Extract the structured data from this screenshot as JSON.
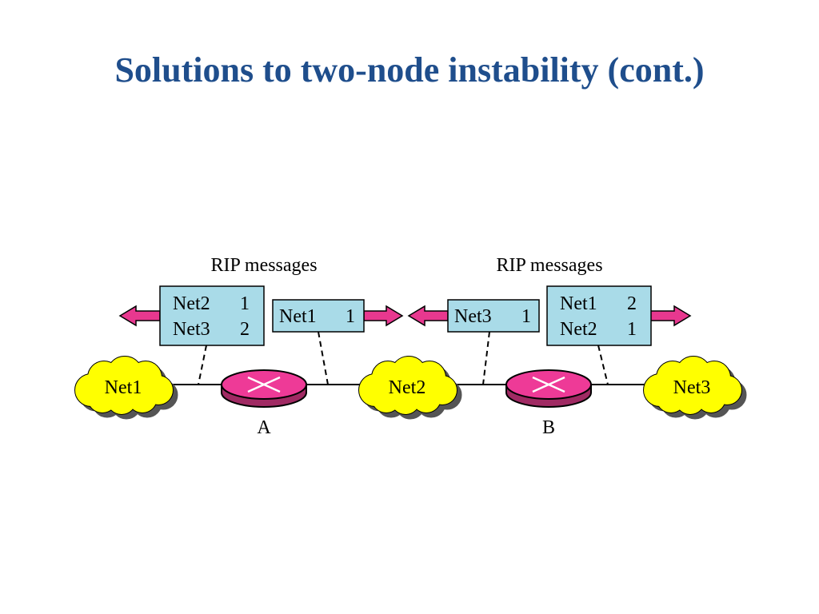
{
  "slide": {
    "title": "Solutions to two-node instability (cont.)"
  },
  "diagram": {
    "message_label_left": "RIP messages",
    "message_label_right": "RIP messages",
    "clouds": [
      "Net1",
      "Net2",
      "Net3"
    ],
    "routers": [
      "A",
      "B"
    ],
    "tables": {
      "a_left": [
        {
          "net": "Net2",
          "cost": "1"
        },
        {
          "net": "Net3",
          "cost": "2"
        }
      ],
      "a_right": [
        {
          "net": "Net1",
          "cost": "1"
        }
      ],
      "b_left": [
        {
          "net": "Net3",
          "cost": "1"
        }
      ],
      "b_right": [
        {
          "net": "Net1",
          "cost": "2"
        },
        {
          "net": "Net2",
          "cost": "1"
        }
      ]
    },
    "colors": {
      "title": "#1f4e8c",
      "table_fill": "#a9dbe8",
      "arrow_fill": "#e8388f",
      "router_fill": "#ee3a97",
      "cloud_fill": "#ffff00",
      "cloud_shadow": "#555555",
      "line": "#000000"
    }
  }
}
